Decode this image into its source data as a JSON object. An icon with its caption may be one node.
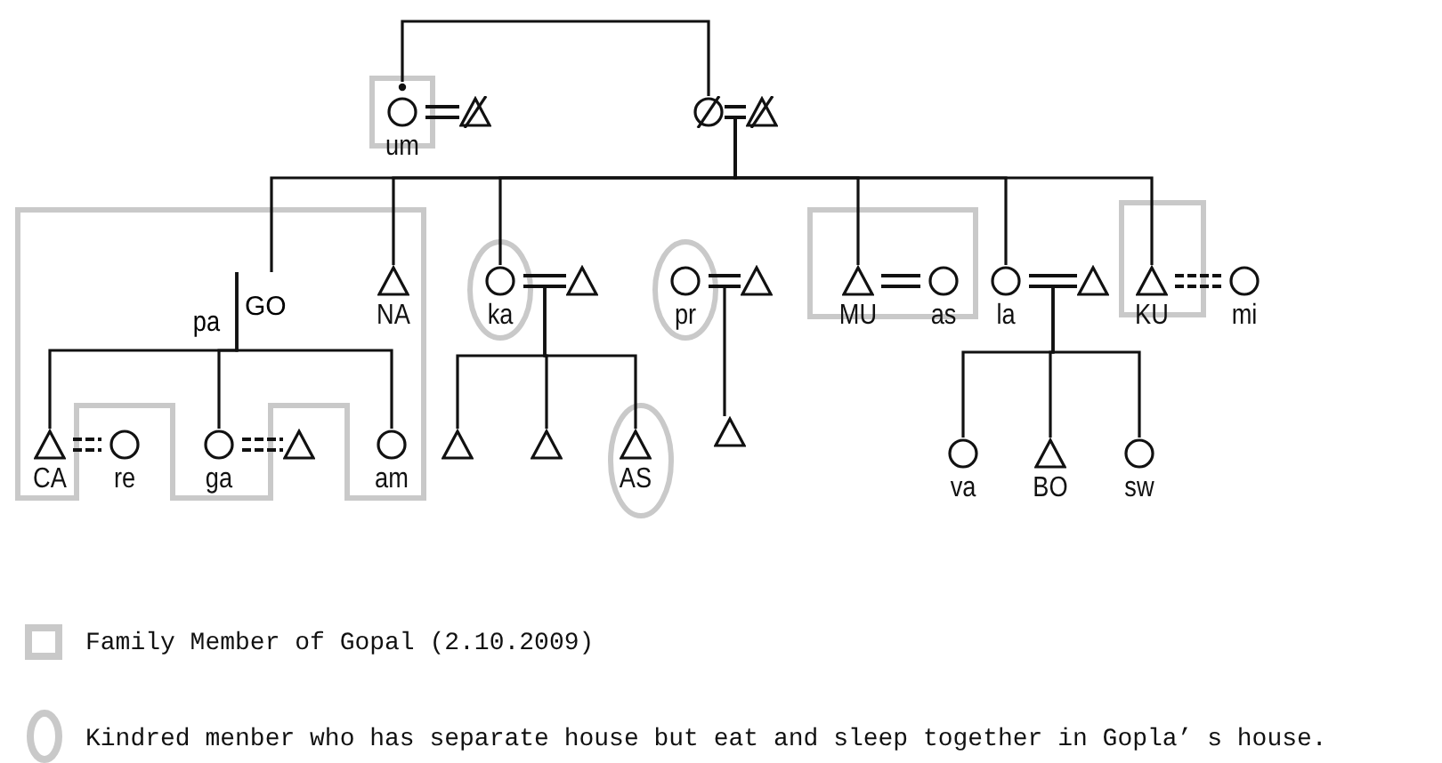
{
  "diagram": {
    "nodes": [
      {
        "text": [
          "um"
        ]
      },
      {
        "text": [],
        "shape": "triangle"
      },
      {
        "text": [],
        "shape": "circle"
      },
      {
        "text": [],
        "shape": "triangle"
      },
      {
        "text": [
          "pa"
        ]
      },
      {
        "text": [
          "GO"
        ]
      },
      {
        "text": [
          "NA"
        ]
      },
      {
        "text": [
          "ka"
        ]
      },
      {
        "text": [],
        "shape": "triangle"
      },
      {
        "text": [
          "pr"
        ]
      },
      {
        "text": [],
        "shape": "triangle"
      },
      {
        "text": [
          "MU"
        ]
      },
      {
        "text": [
          "as"
        ]
      },
      {
        "text": [
          "la"
        ]
      },
      {
        "text": [],
        "shape": "triangle"
      },
      {
        "text": [
          "KU"
        ]
      },
      {
        "text": [
          "mi"
        ]
      },
      {
        "text": [
          "CA"
        ]
      },
      {
        "text": [
          "re"
        ]
      },
      {
        "text": [
          "ga"
        ]
      },
      {
        "text": [],
        "shape": "triangle"
      },
      {
        "text": [
          "am"
        ]
      },
      {
        "text": [],
        "shape": "triangle"
      },
      {
        "text": [],
        "shape": "triangle"
      },
      {
        "text": [
          "AS"
        ]
      },
      {
        "text": [],
        "shape": "triangle"
      },
      {
        "text": [
          "va"
        ]
      },
      {
        "text": [
          "BO"
        ]
      },
      {
        "text": [
          "sw"
        ]
      }
    ],
    "edges": [
      {
        "from": 0,
        "to": 2,
        "arrow": "none"
      },
      {
        "from": 0,
        "to": 1,
        "arrow": "none"
      },
      {
        "from": 2,
        "to": 3,
        "arrow": "none"
      },
      {
        "from": 2,
        "to": 5,
        "arrow": "none"
      },
      {
        "from": 2,
        "to": 6,
        "arrow": "none"
      },
      {
        "from": 2,
        "to": 7,
        "arrow": "none"
      },
      {
        "from": 2,
        "to": 11,
        "arrow": "none"
      },
      {
        "from": 2,
        "to": 13,
        "arrow": "none"
      },
      {
        "from": 2,
        "to": 15,
        "arrow": "none"
      },
      {
        "from": 7,
        "to": 8,
        "arrow": "none"
      },
      {
        "from": 9,
        "to": 10,
        "arrow": "none"
      },
      {
        "from": 11,
        "to": 12,
        "arrow": "none"
      },
      {
        "from": 13,
        "to": 14,
        "arrow": "none"
      },
      {
        "from": 15,
        "to": 16,
        "arrow": "none",
        "style": "dashed"
      },
      {
        "from": 5,
        "to": 17,
        "arrow": "none"
      },
      {
        "from": 5,
        "to": 19,
        "arrow": "none"
      },
      {
        "from": 5,
        "to": 21,
        "arrow": "none"
      },
      {
        "from": 17,
        "to": 18,
        "arrow": "none",
        "style": "dashed"
      },
      {
        "from": 19,
        "to": 20,
        "arrow": "none",
        "style": "dashed"
      },
      {
        "from": 7,
        "to": 22,
        "arrow": "none"
      },
      {
        "from": 7,
        "to": 23,
        "arrow": "none"
      },
      {
        "from": 7,
        "to": 24,
        "arrow": "none"
      },
      {
        "from": 9,
        "to": 25,
        "arrow": "none"
      },
      {
        "from": 13,
        "to": 26,
        "arrow": "none"
      },
      {
        "from": 13,
        "to": 27,
        "arrow": "none"
      },
      {
        "from": 13,
        "to": 28,
        "arrow": "none"
      }
    ],
    "legend": [
      {
        "text": "Family Member of Gopal (2.10.2009)"
      },
      {
        "text": "Kindred menber who has separate house but eat and sleep together in Gopla’ s house."
      }
    ]
  }
}
